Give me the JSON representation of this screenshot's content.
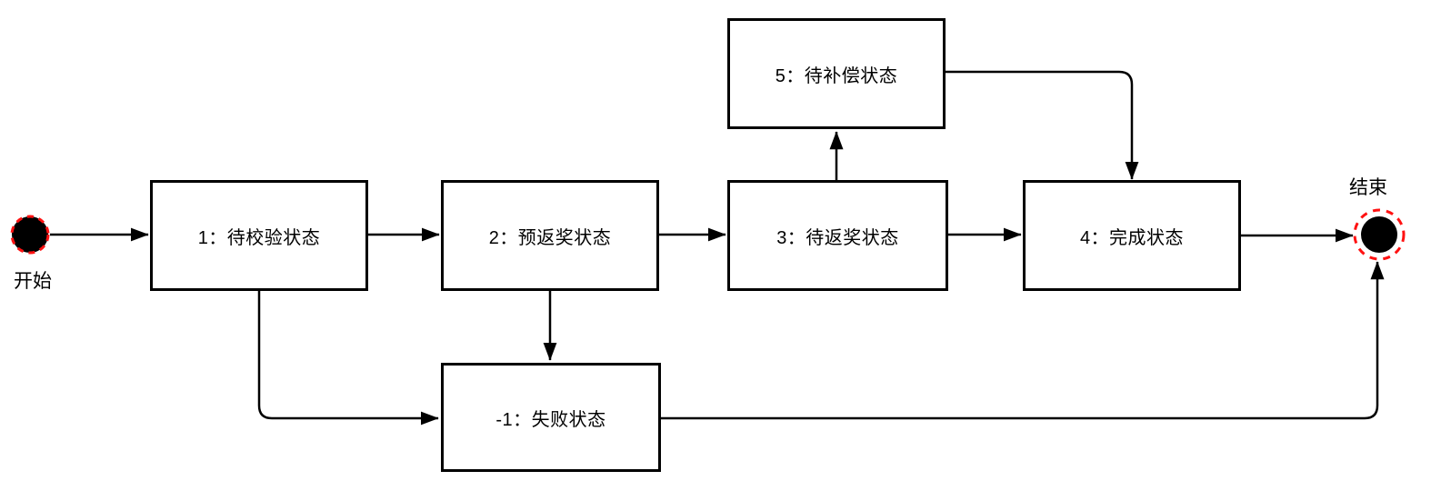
{
  "diagram": {
    "type": "state-machine-flowchart",
    "start": {
      "label": "开始"
    },
    "end": {
      "label": "结束"
    },
    "states": [
      {
        "id": "1",
        "label": "1：待校验状态"
      },
      {
        "id": "2",
        "label": "2：预返奖状态"
      },
      {
        "id": "3",
        "label": "3：待返奖状态"
      },
      {
        "id": "4",
        "label": "4：完成状态"
      },
      {
        "id": "5",
        "label": "5：待补偿状态"
      },
      {
        "id": "-1",
        "label": "-1：失败状态"
      }
    ],
    "transitions": [
      {
        "from": "开始",
        "to": "1"
      },
      {
        "from": "1",
        "to": "2"
      },
      {
        "from": "2",
        "to": "3"
      },
      {
        "from": "3",
        "to": "4"
      },
      {
        "from": "4",
        "to": "结束"
      },
      {
        "from": "3",
        "to": "5"
      },
      {
        "from": "5",
        "to": "4"
      },
      {
        "from": "1",
        "to": "-1"
      },
      {
        "from": "2",
        "to": "-1"
      },
      {
        "from": "-1",
        "to": "结束"
      }
    ],
    "colors": {
      "line": "#000000",
      "box_border": "#000000",
      "terminal_fill": "#000000",
      "terminal_ring": "#ff1111",
      "background": "#ffffff"
    }
  }
}
